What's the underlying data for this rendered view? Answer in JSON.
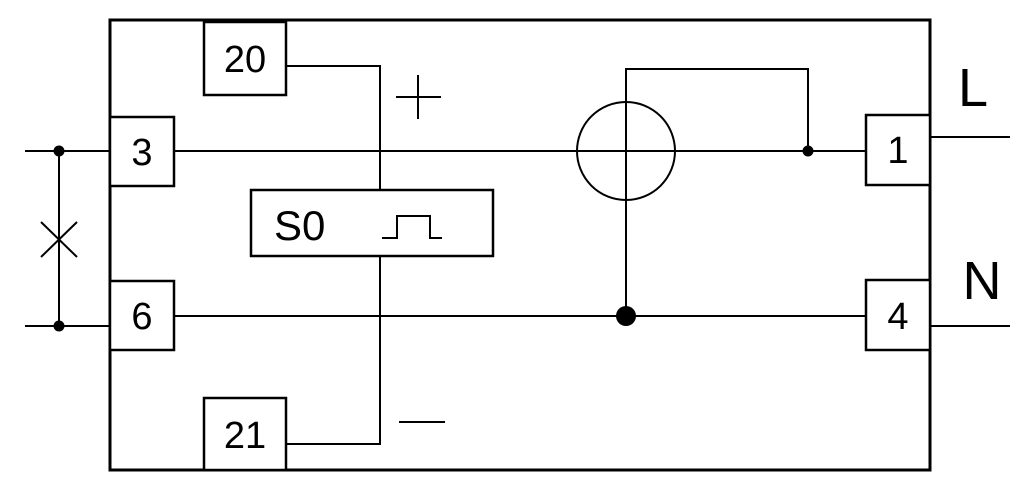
{
  "diagram": {
    "terminals": {
      "t20": "20",
      "t3": "3",
      "t6": "6",
      "t21": "21",
      "t1": "1",
      "t4": "4"
    },
    "s0_label": "S0",
    "plus_sign": "+",
    "minus_sign": "−",
    "phase_label": "L",
    "neutral_label": "N",
    "icons": [
      "pulse-icon",
      "meter-circle-icon",
      "cross-mark-icon"
    ]
  }
}
